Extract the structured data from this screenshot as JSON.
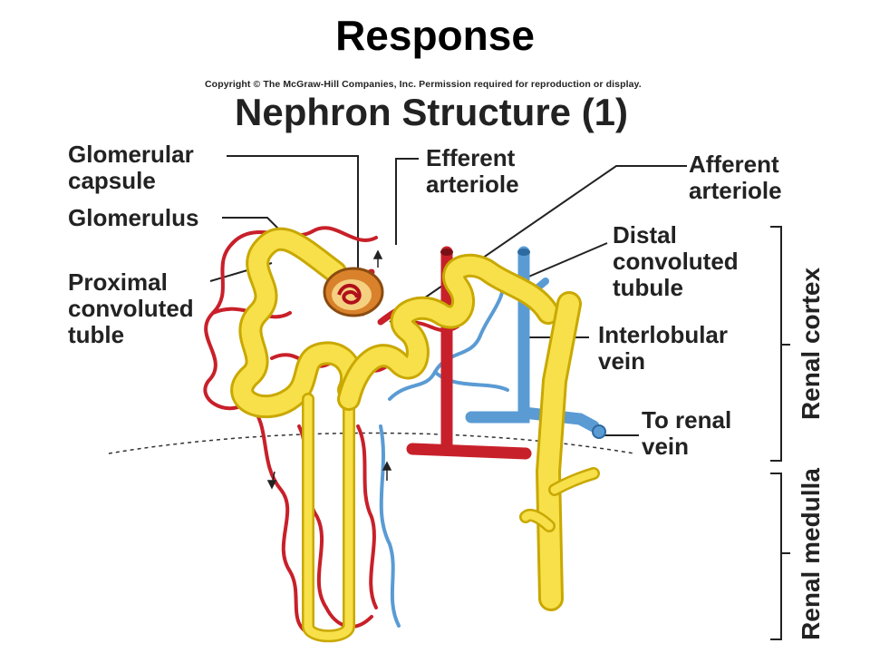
{
  "slide": {
    "title": "Response"
  },
  "figure": {
    "copyright": "Copyright © The McGraw-Hill Companies, Inc. Permission required for reproduction or display.",
    "heading": "Nephron Structure (1)",
    "labels": {
      "glomerular_capsule_1": "Glomerular",
      "glomerular_capsule_2": "capsule",
      "glomerulus": "Glomerulus",
      "proximal_1": "Proximal",
      "proximal_2": "convoluted",
      "proximal_3": "tuble",
      "efferent_1": "Efferent",
      "efferent_2": "arteriole",
      "afferent_1": "Afferent",
      "afferent_2": "arteriole",
      "distal_1": "Distal",
      "distal_2": "convoluted",
      "distal_3": "tubule",
      "interlobular_1": "Interlobular",
      "interlobular_2": "vein",
      "renal_vein_1": "To renal",
      "renal_vein_2": "vein"
    },
    "regions": {
      "cortex": "Renal cortex",
      "medulla": "Renal medulla"
    },
    "colors": {
      "tubule": "#f7e04a",
      "tubule_edge": "#c9a800",
      "artery": "#c8202a",
      "vein": "#5a9bd4",
      "capsule": "#d9822b"
    }
  }
}
